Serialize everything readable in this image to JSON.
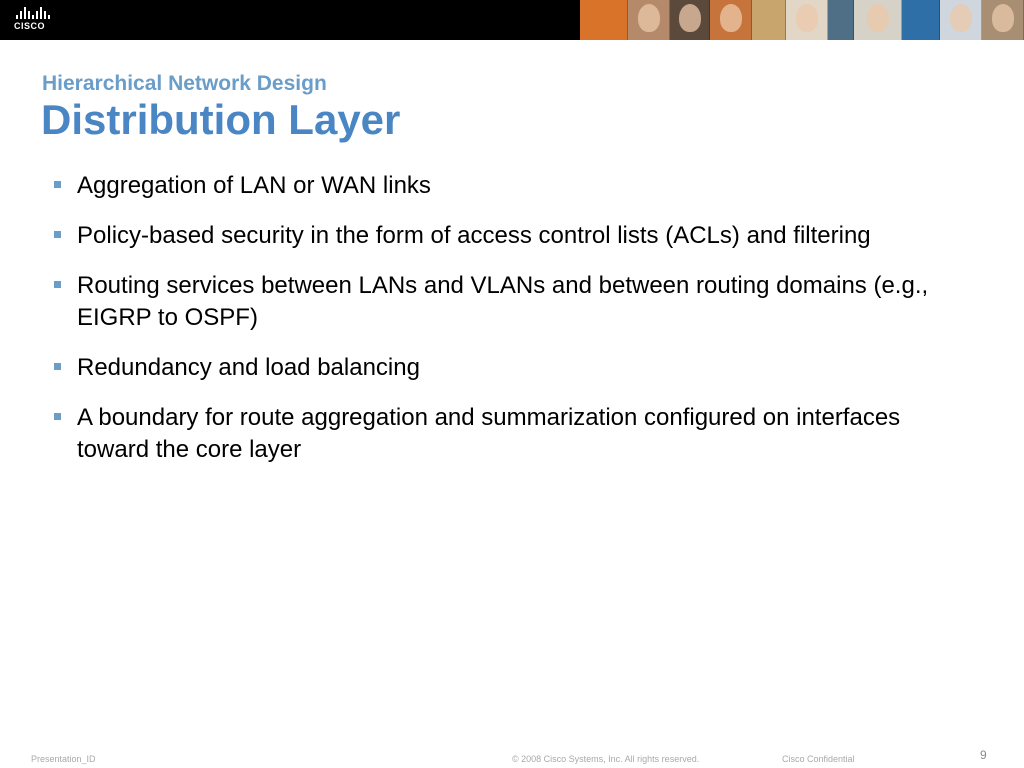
{
  "header": {
    "logo_text": "CISCO",
    "colors": {
      "bar": "#000000",
      "logo": "#ffffff"
    },
    "photos": [
      {
        "name": "tile-orange",
        "bg": "#d9732a"
      },
      {
        "name": "tile-person-1",
        "bg": "#b48a6a"
      },
      {
        "name": "tile-person-2",
        "bg": "#5b4a3c"
      },
      {
        "name": "tile-person-3",
        "bg": "#c6743b"
      },
      {
        "name": "tile-building",
        "bg": "#c9a56e"
      },
      {
        "name": "tile-person-4",
        "bg": "#e2d7c6"
      },
      {
        "name": "tile-icons",
        "bg": "#4e6f86"
      },
      {
        "name": "tile-person-5",
        "bg": "#d7d2c8"
      },
      {
        "name": "tile-blue",
        "bg": "#2d6fa6"
      },
      {
        "name": "tile-person-6",
        "bg": "#cfd6dd"
      },
      {
        "name": "tile-person-7",
        "bg": "#a88f74"
      }
    ]
  },
  "slide": {
    "kicker": "Hierarchical Network Design",
    "title": "Distribution Layer",
    "bullets": [
      "Aggregation of LAN or WAN links",
      "Policy-based security in the form of access control lists (ACLs) and filtering",
      "Routing services between LANs and VLANs and between routing domains (e.g., EIGRP to OSPF)",
      "Redundancy and load balancing",
      "A boundary for route aggregation and summarization configured on interfaces toward the core layer"
    ],
    "colors": {
      "kicker": "#6a9dc8",
      "title": "#4a86c3",
      "bullet": "#6a9dc8"
    }
  },
  "footer": {
    "presentation_id": "Presentation_ID",
    "copyright": "© 2008 Cisco Systems, Inc. All rights reserved.",
    "confidential": "Cisco Confidential",
    "page_number": "9"
  }
}
